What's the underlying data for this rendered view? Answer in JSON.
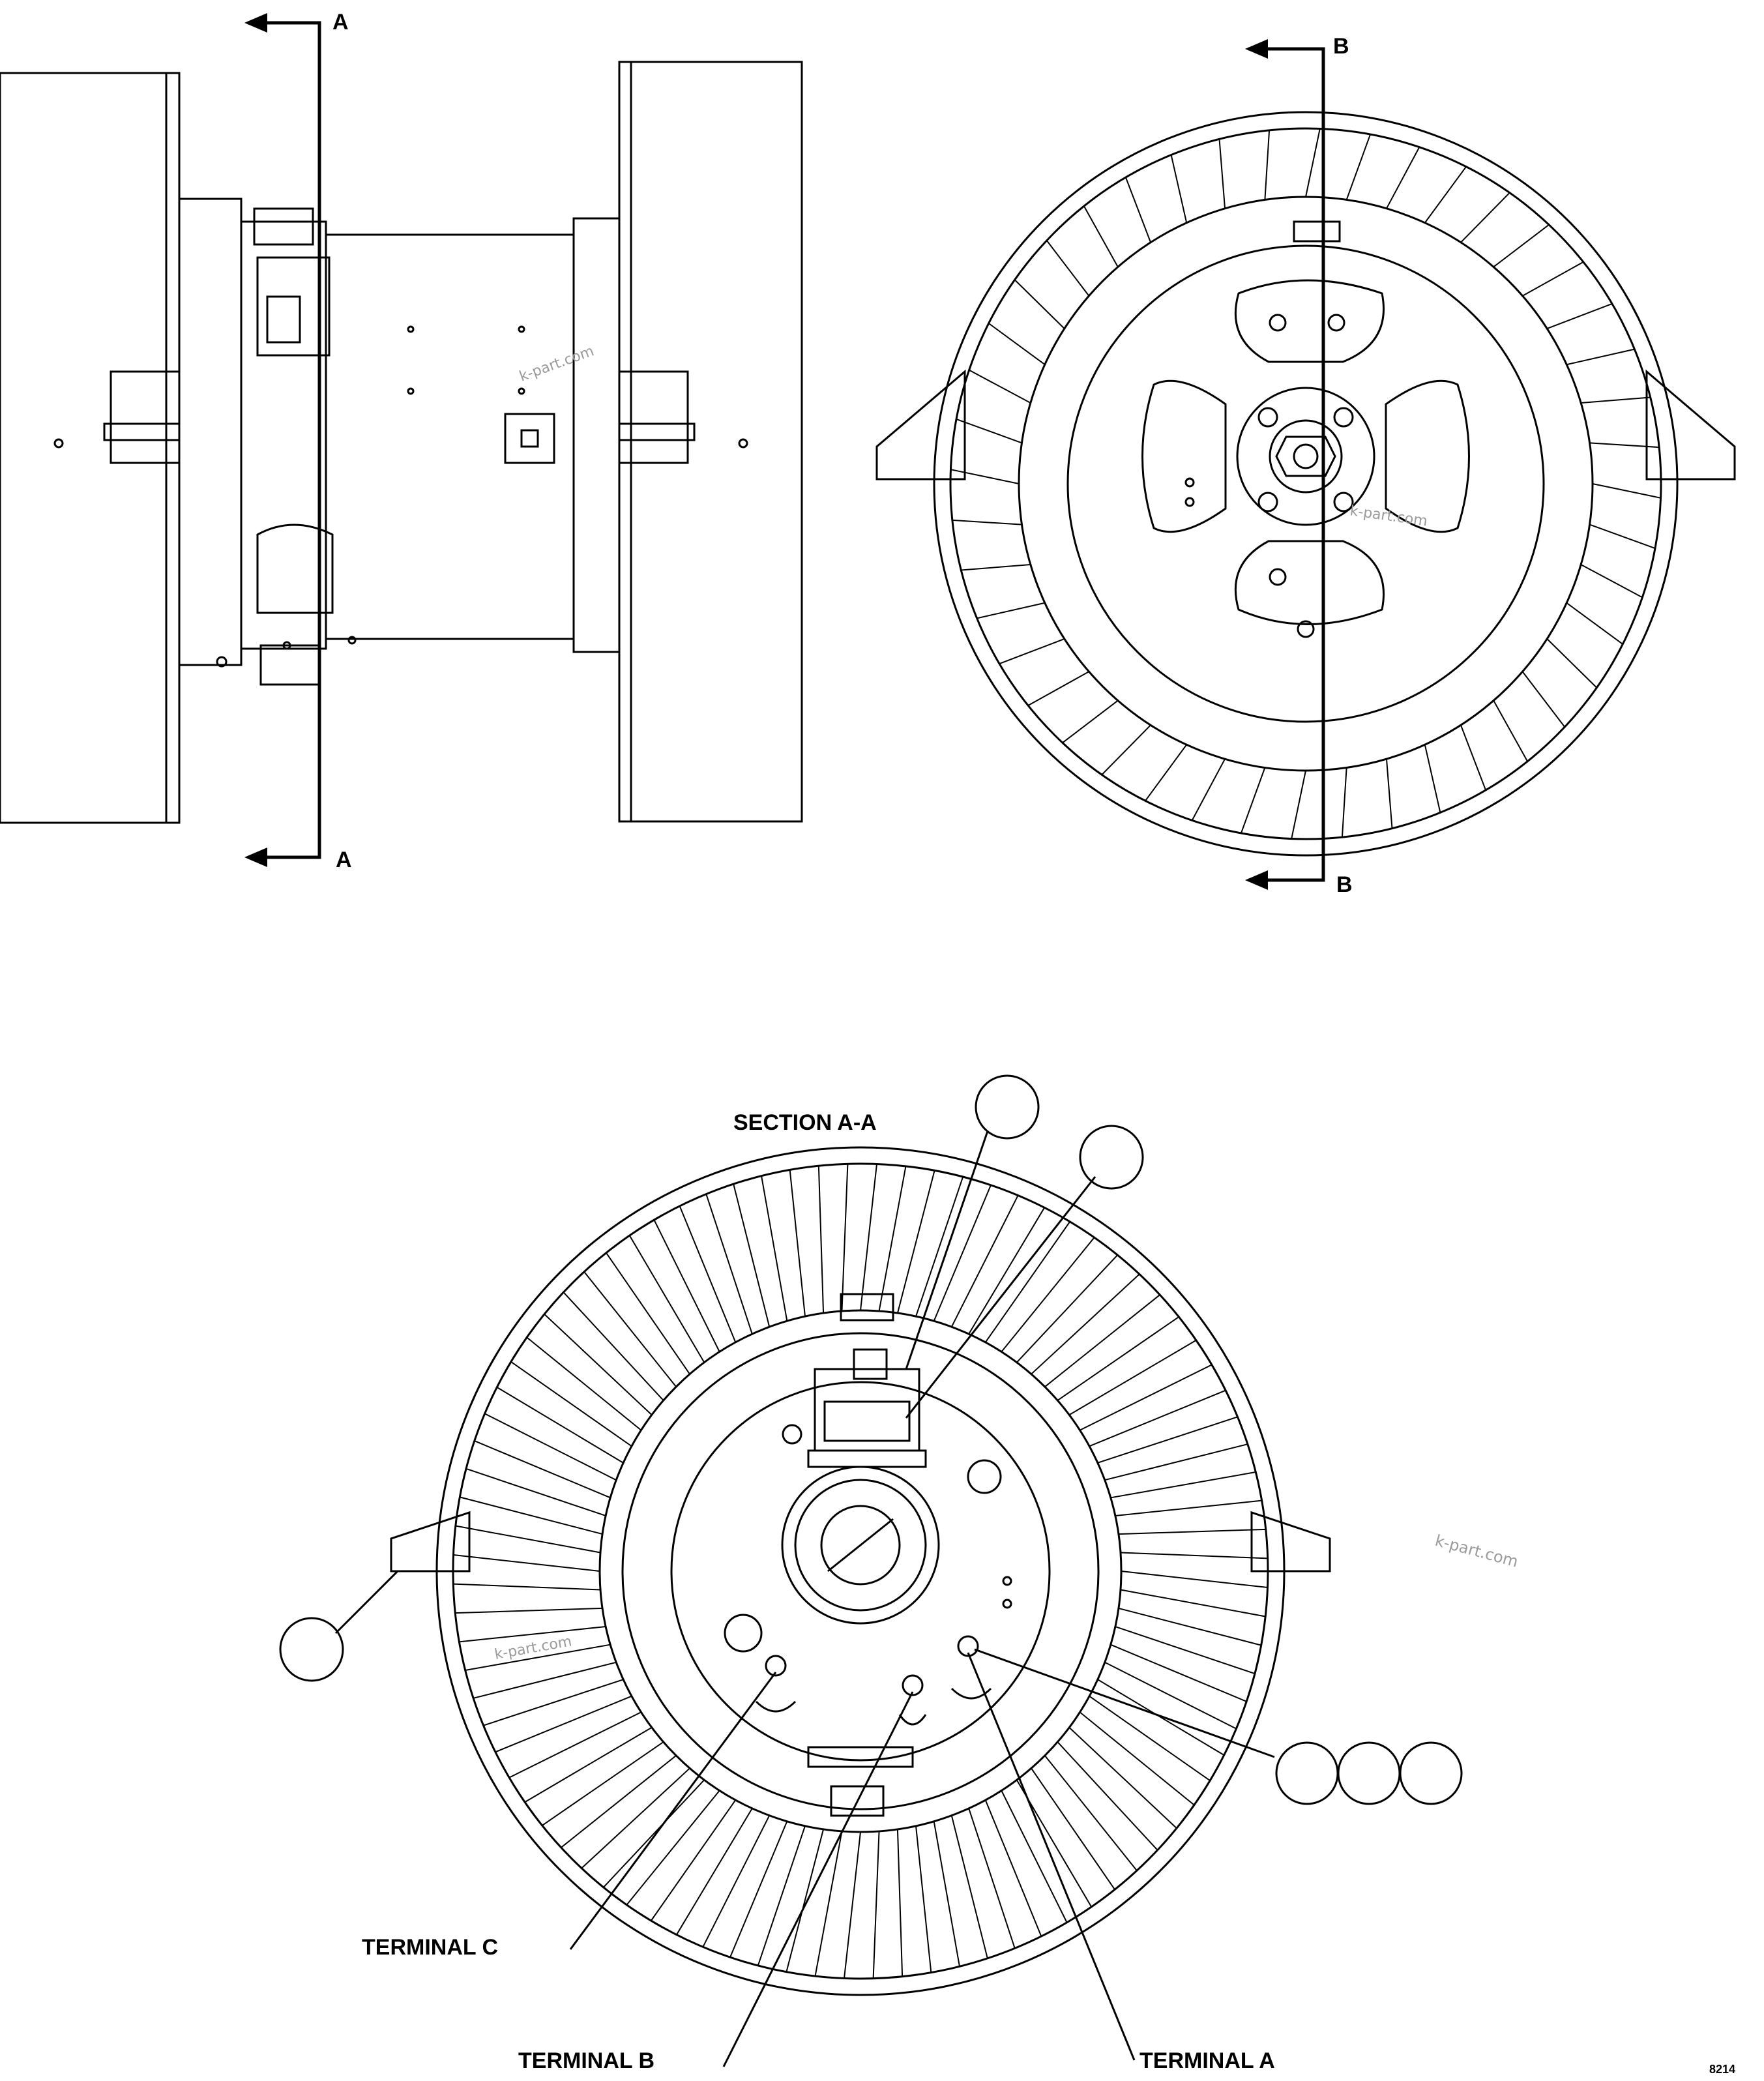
{
  "section_markers": {
    "a": "A",
    "b": "B"
  },
  "labels": {
    "section_title": "SECTION A-A",
    "terminal_a": "TERMINAL A",
    "terminal_b": "TERMINAL B",
    "terminal_c": "TERMINAL C",
    "figure_id": "8214"
  },
  "watermark": "k-part.com",
  "colors": {
    "line": "#000000",
    "background": "#ffffff",
    "watermark": "#9a9a9a"
  }
}
